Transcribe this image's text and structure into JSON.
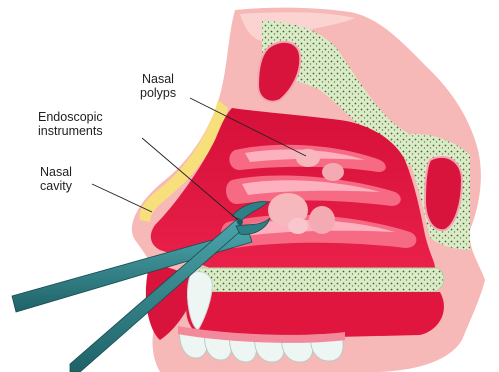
{
  "labels": {
    "nasal_polyps_line1": "Nasal",
    "nasal_polyps_line2": "polyps",
    "endoscopic_line1": "Endoscopic",
    "endoscopic_line2": "instruments",
    "nasal_cavity_line1": "Nasal",
    "nasal_cavity_line2": "cavity"
  },
  "colors": {
    "skin": "#f6b9b8",
    "skin_light": "#fbd4d2",
    "cavity": "#e0163f",
    "cavity_dark": "#c10f33",
    "turbinate": "#f76a83",
    "turbinate_light": "#ffd0d8",
    "bone": "#d9ecc7",
    "bone_dot": "#5a6b3f",
    "cartilage": "#f7e07b",
    "instrument": "#2f7f86",
    "instrument_dark": "#1d5a60",
    "tooth": "#eef6f3"
  }
}
